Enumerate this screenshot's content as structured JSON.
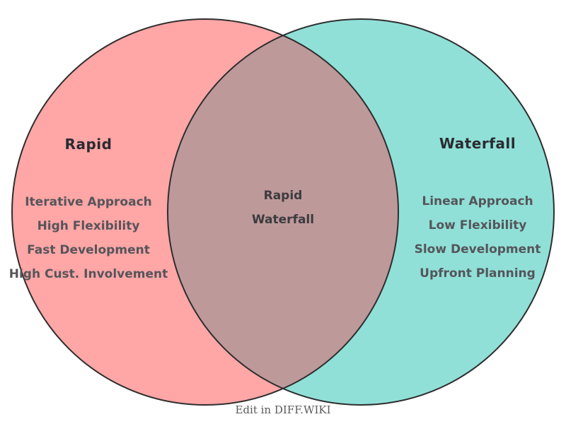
{
  "diagram": {
    "type": "venn",
    "left": {
      "title": "Rapid",
      "items": [
        "Iterative Approach",
        "High Flexibility",
        "Fast Development",
        "High Cust. Involvement"
      ],
      "color": "#FFA6A6"
    },
    "right": {
      "title": "Waterfall",
      "items": [
        "Linear Approach",
        "Low Flexibility",
        "Slow Development",
        "Upfront Planning"
      ],
      "color": "#90E0D8"
    },
    "intersection": {
      "label_top": "Rapid",
      "label_bottom": "Waterfall",
      "color": "#BE999A"
    },
    "outline_color": "#2e2e2e",
    "title_text_color": "#2b2b30",
    "item_text_color": "#55555a",
    "caption": "Edit in DIFF.WIKI"
  }
}
